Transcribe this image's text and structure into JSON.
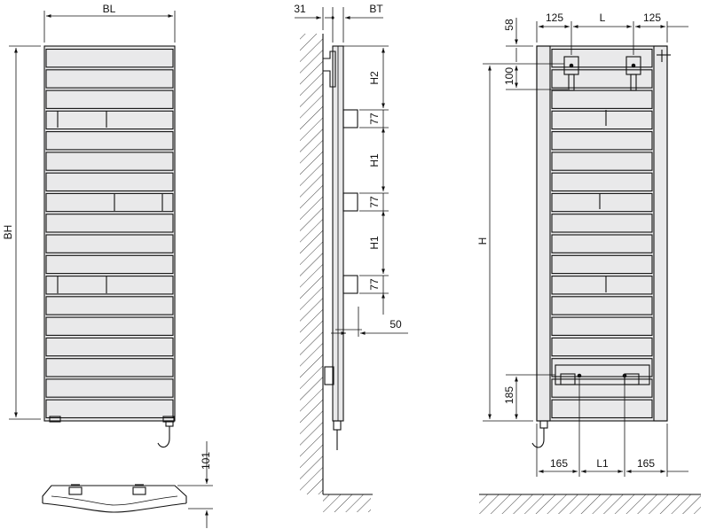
{
  "labels": {
    "front": {
      "width": "BL",
      "height": "BH",
      "valve_offset": "101"
    },
    "side": {
      "wall_gap": "31",
      "depth": "BT",
      "h2": "H2",
      "h1_a": "H1",
      "h1_b": "H1",
      "gap_a": "77",
      "gap_b": "77",
      "gap_c": "77",
      "bottom": "50"
    },
    "rear": {
      "left_offset": "125",
      "spacing": "L",
      "right_offset": "125",
      "top_offset": "58",
      "bracket_height": "100",
      "height": "H",
      "bottom_bracket": "185",
      "left_bottom": "165",
      "bottom_spacing": "L1",
      "right_bottom": "165"
    }
  }
}
